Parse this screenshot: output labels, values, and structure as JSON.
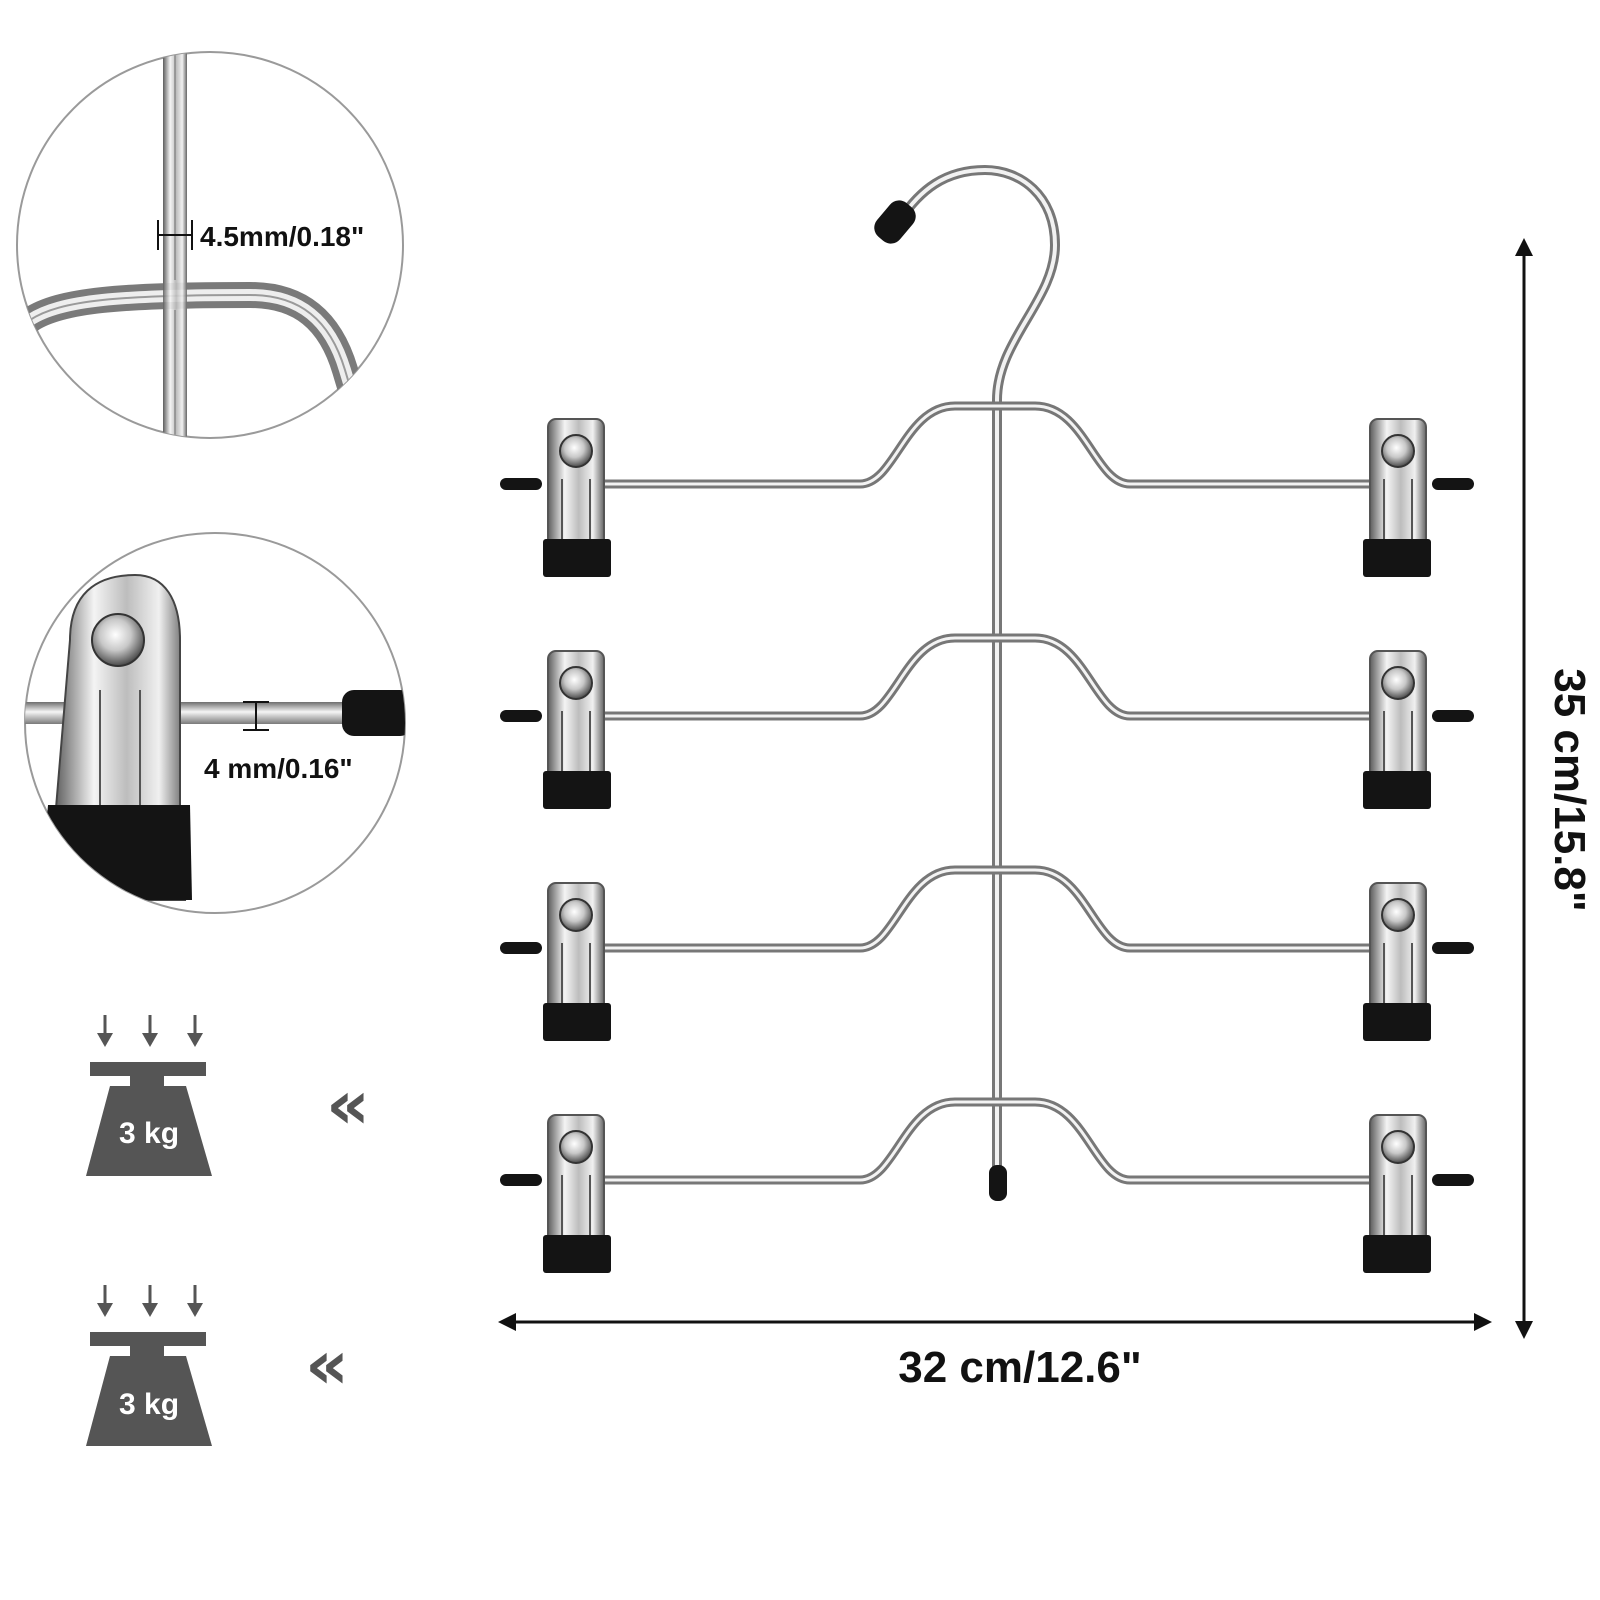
{
  "labels": {
    "hook_thickness": "4.5mm/0.18\"",
    "bar_thickness": "4 mm/0.16\"",
    "width": "32 cm/12.6\"",
    "height": "35 cm/15.8\""
  },
  "weights": [
    {
      "label": "3 kg",
      "icon": "weight-icon",
      "pointer": "«"
    },
    {
      "label": "3 kg",
      "icon": "weight-icon",
      "pointer": "«"
    }
  ],
  "tiers": 4,
  "colors": {
    "chrome_dark": "#8a8a8a",
    "chrome_light": "#f4f4f4",
    "rubber": "#141414",
    "weight_gray": "#555555",
    "text": "#111111"
  }
}
